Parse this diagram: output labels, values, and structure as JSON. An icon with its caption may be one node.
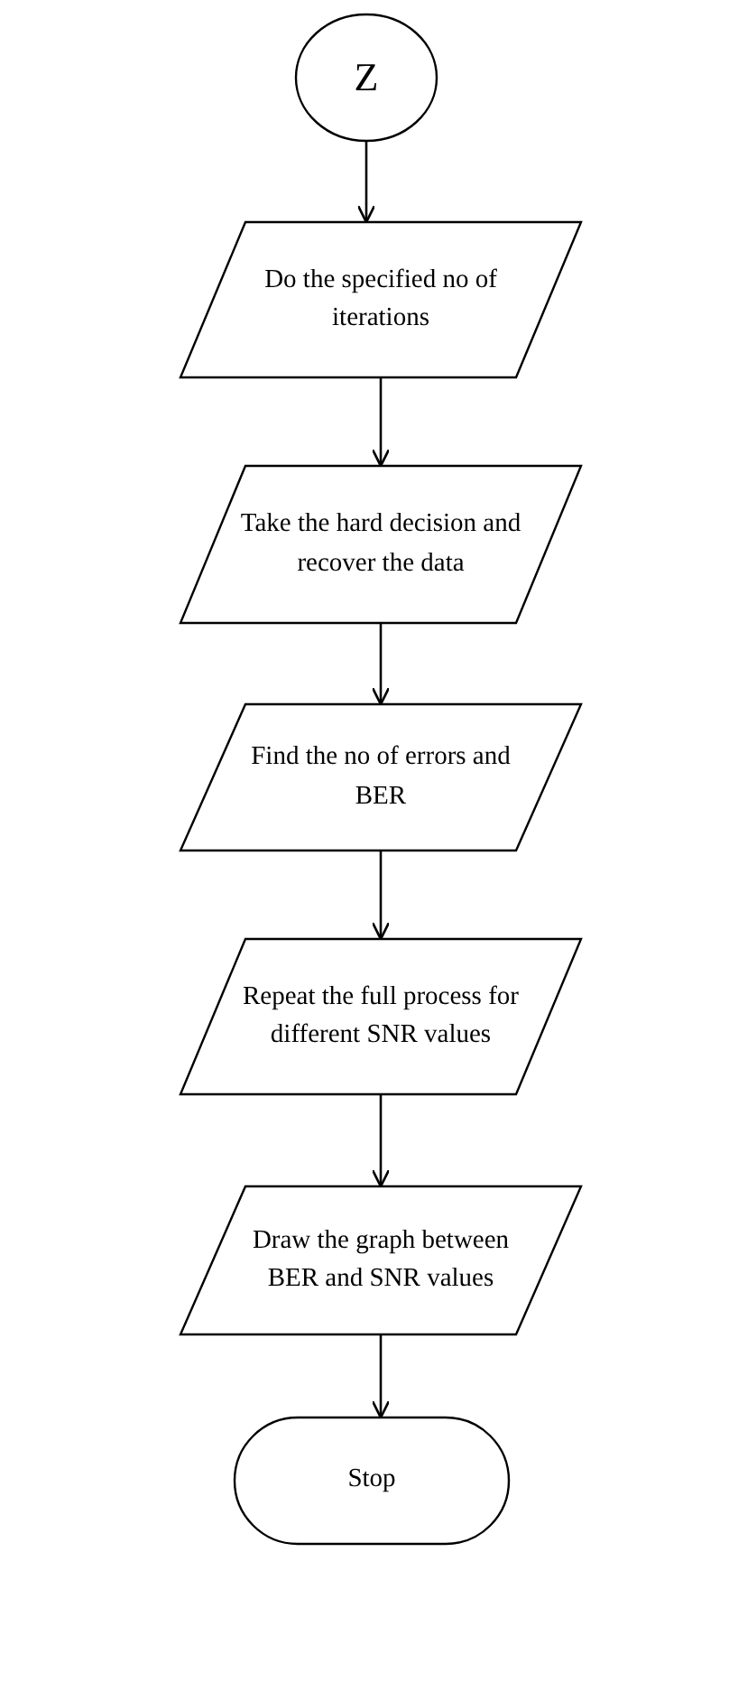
{
  "diagram": {
    "nodes": [
      {
        "text": [
          "Z"
        ]
      },
      {
        "text": [
          "Do the specified no of iterations"
        ]
      },
      {
        "text": [
          "Take the hard decision and recover the data"
        ]
      },
      {
        "text": [
          "Find the no of errors and BER"
        ]
      },
      {
        "text": [
          "Repeat the full process for different SNR values"
        ]
      },
      {
        "text": [
          "Draw the graph between BER and SNR values"
        ]
      },
      {
        "text": [
          "Stop"
        ]
      }
    ],
    "edges": [
      {
        "from": 0,
        "to": 1,
        "arrow": "to"
      },
      {
        "from": 1,
        "to": 2,
        "arrow": "to"
      },
      {
        "from": 2,
        "to": 3,
        "arrow": "to"
      },
      {
        "from": 3,
        "to": 4,
        "arrow": "to"
      },
      {
        "from": 4,
        "to": 5,
        "arrow": "to"
      },
      {
        "from": 5,
        "to": 6,
        "arrow": "to"
      }
    ]
  }
}
